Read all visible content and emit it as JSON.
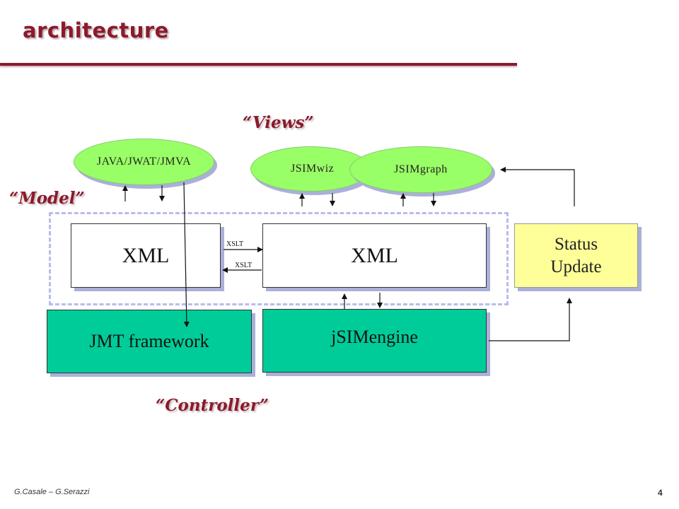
{
  "slide": {
    "title": "architecture",
    "labels": {
      "views": "“Views”",
      "model": "“Model”",
      "controller": "“Controller”"
    },
    "ellipses": {
      "java": "JAVA/JWAT/JMVA",
      "jsimwiz": "JSIMwiz",
      "jsimgraph": "JSIMgraph"
    },
    "boxes": {
      "xml_left": "XML",
      "xml_right": "XML",
      "jmt_framework": "JMT framework",
      "jsim_engine": "jSIMengine",
      "status_line1": "Status",
      "status_line2": "Update"
    },
    "xslt_top": "XSLT",
    "xslt_bottom": "XSLT",
    "footer_authors": "G.Casale – G.Serazzi",
    "page_number": "4"
  },
  "colors": {
    "title": "#8b1a2b",
    "ellipse_fill": "#99ff66",
    "engine_fill": "#00cc99",
    "status_fill": "#ffff99",
    "dashed_border": "#b8bcea"
  }
}
